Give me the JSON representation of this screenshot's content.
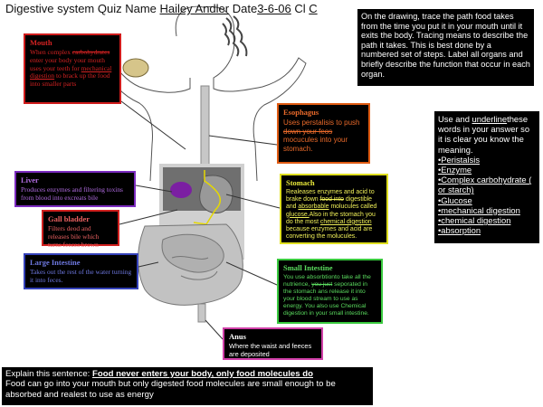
{
  "title": {
    "prefix": "Digestive system Quiz Name ",
    "name": "Hailey Andler",
    "date_label": " Date",
    "date": "3-6-06",
    "class_label": " Cl ",
    "class": "C"
  },
  "instructions": "On the drawing, trace the path food takes from the time you put it in your mouth until it exits the body. Tracing means to describe the path it takes. This is best done by a numbered set of steps. Label all organs and briefly describe the function that occur in each organ.",
  "terms": {
    "intro_a": "Use and ",
    "intro_u": "underline",
    "intro_b": "these words in your answer so it is clear you know the meaning.",
    "items": [
      "•Peristalsis",
      "•Enzyme",
      "•Complex carbohydrate ( or starch)",
      "•Glucose",
      "•mechanical digestion",
      "•chemical digestion",
      "•absorption"
    ]
  },
  "mouth": {
    "heading": "Mouth",
    "t1": "When complex ",
    "t2": "carbohydrates",
    "t3": " enter your body your mouth uses your teeth for ",
    "t4": "mechanical digestion",
    "t5": " to brack up the food into smaller parts"
  },
  "esophagus": {
    "heading": "Esophagus",
    "t1": "Uses perstalisis to push ",
    "t2": "down your feos",
    "t3": " mocucules into your stomach."
  },
  "liver": {
    "heading": "Liver",
    "body": "Produces enzymes and filtering toxins from blood into excreats bile"
  },
  "gall": {
    "heading": "Gall bladder",
    "body": "Filters deod and releases bile which turns feeces brown"
  },
  "large": {
    "heading": "Large Intestine",
    "body": "Takes out the rest of the water turning it into feces."
  },
  "stomach": {
    "heading": "Stomach",
    "t1": "Realeases enzymes and acid to brake down ",
    "t2": "food into",
    "t3": " digestible and ",
    "t4": "absorbable",
    "t5": " molucules called ",
    "t6": "glucose.",
    "t7": "Also in the stomach you do the most ",
    "t8": "chemical digestion",
    "t9": " because enzymes and acid are converting the molucules."
  },
  "small": {
    "heading": "Small Intestine",
    "t1": "You use absorbtionto take all the nutrience, ",
    "t2": "you just",
    "t3": " seporated in the stomach ans release it into your blood stream to use as energy. You also use Chemical digestion in your small intestine."
  },
  "anus": {
    "heading": "Anus",
    "body": "Where the waist and feeces are deposited"
  },
  "bottom": {
    "prompt": "Explain this sentence: ",
    "quote": "Food never enters your body, only food molecules do",
    "answer": "Food can go into your mouth but only digested food molecules are small enough to be absorbed and realest to use as energy"
  }
}
